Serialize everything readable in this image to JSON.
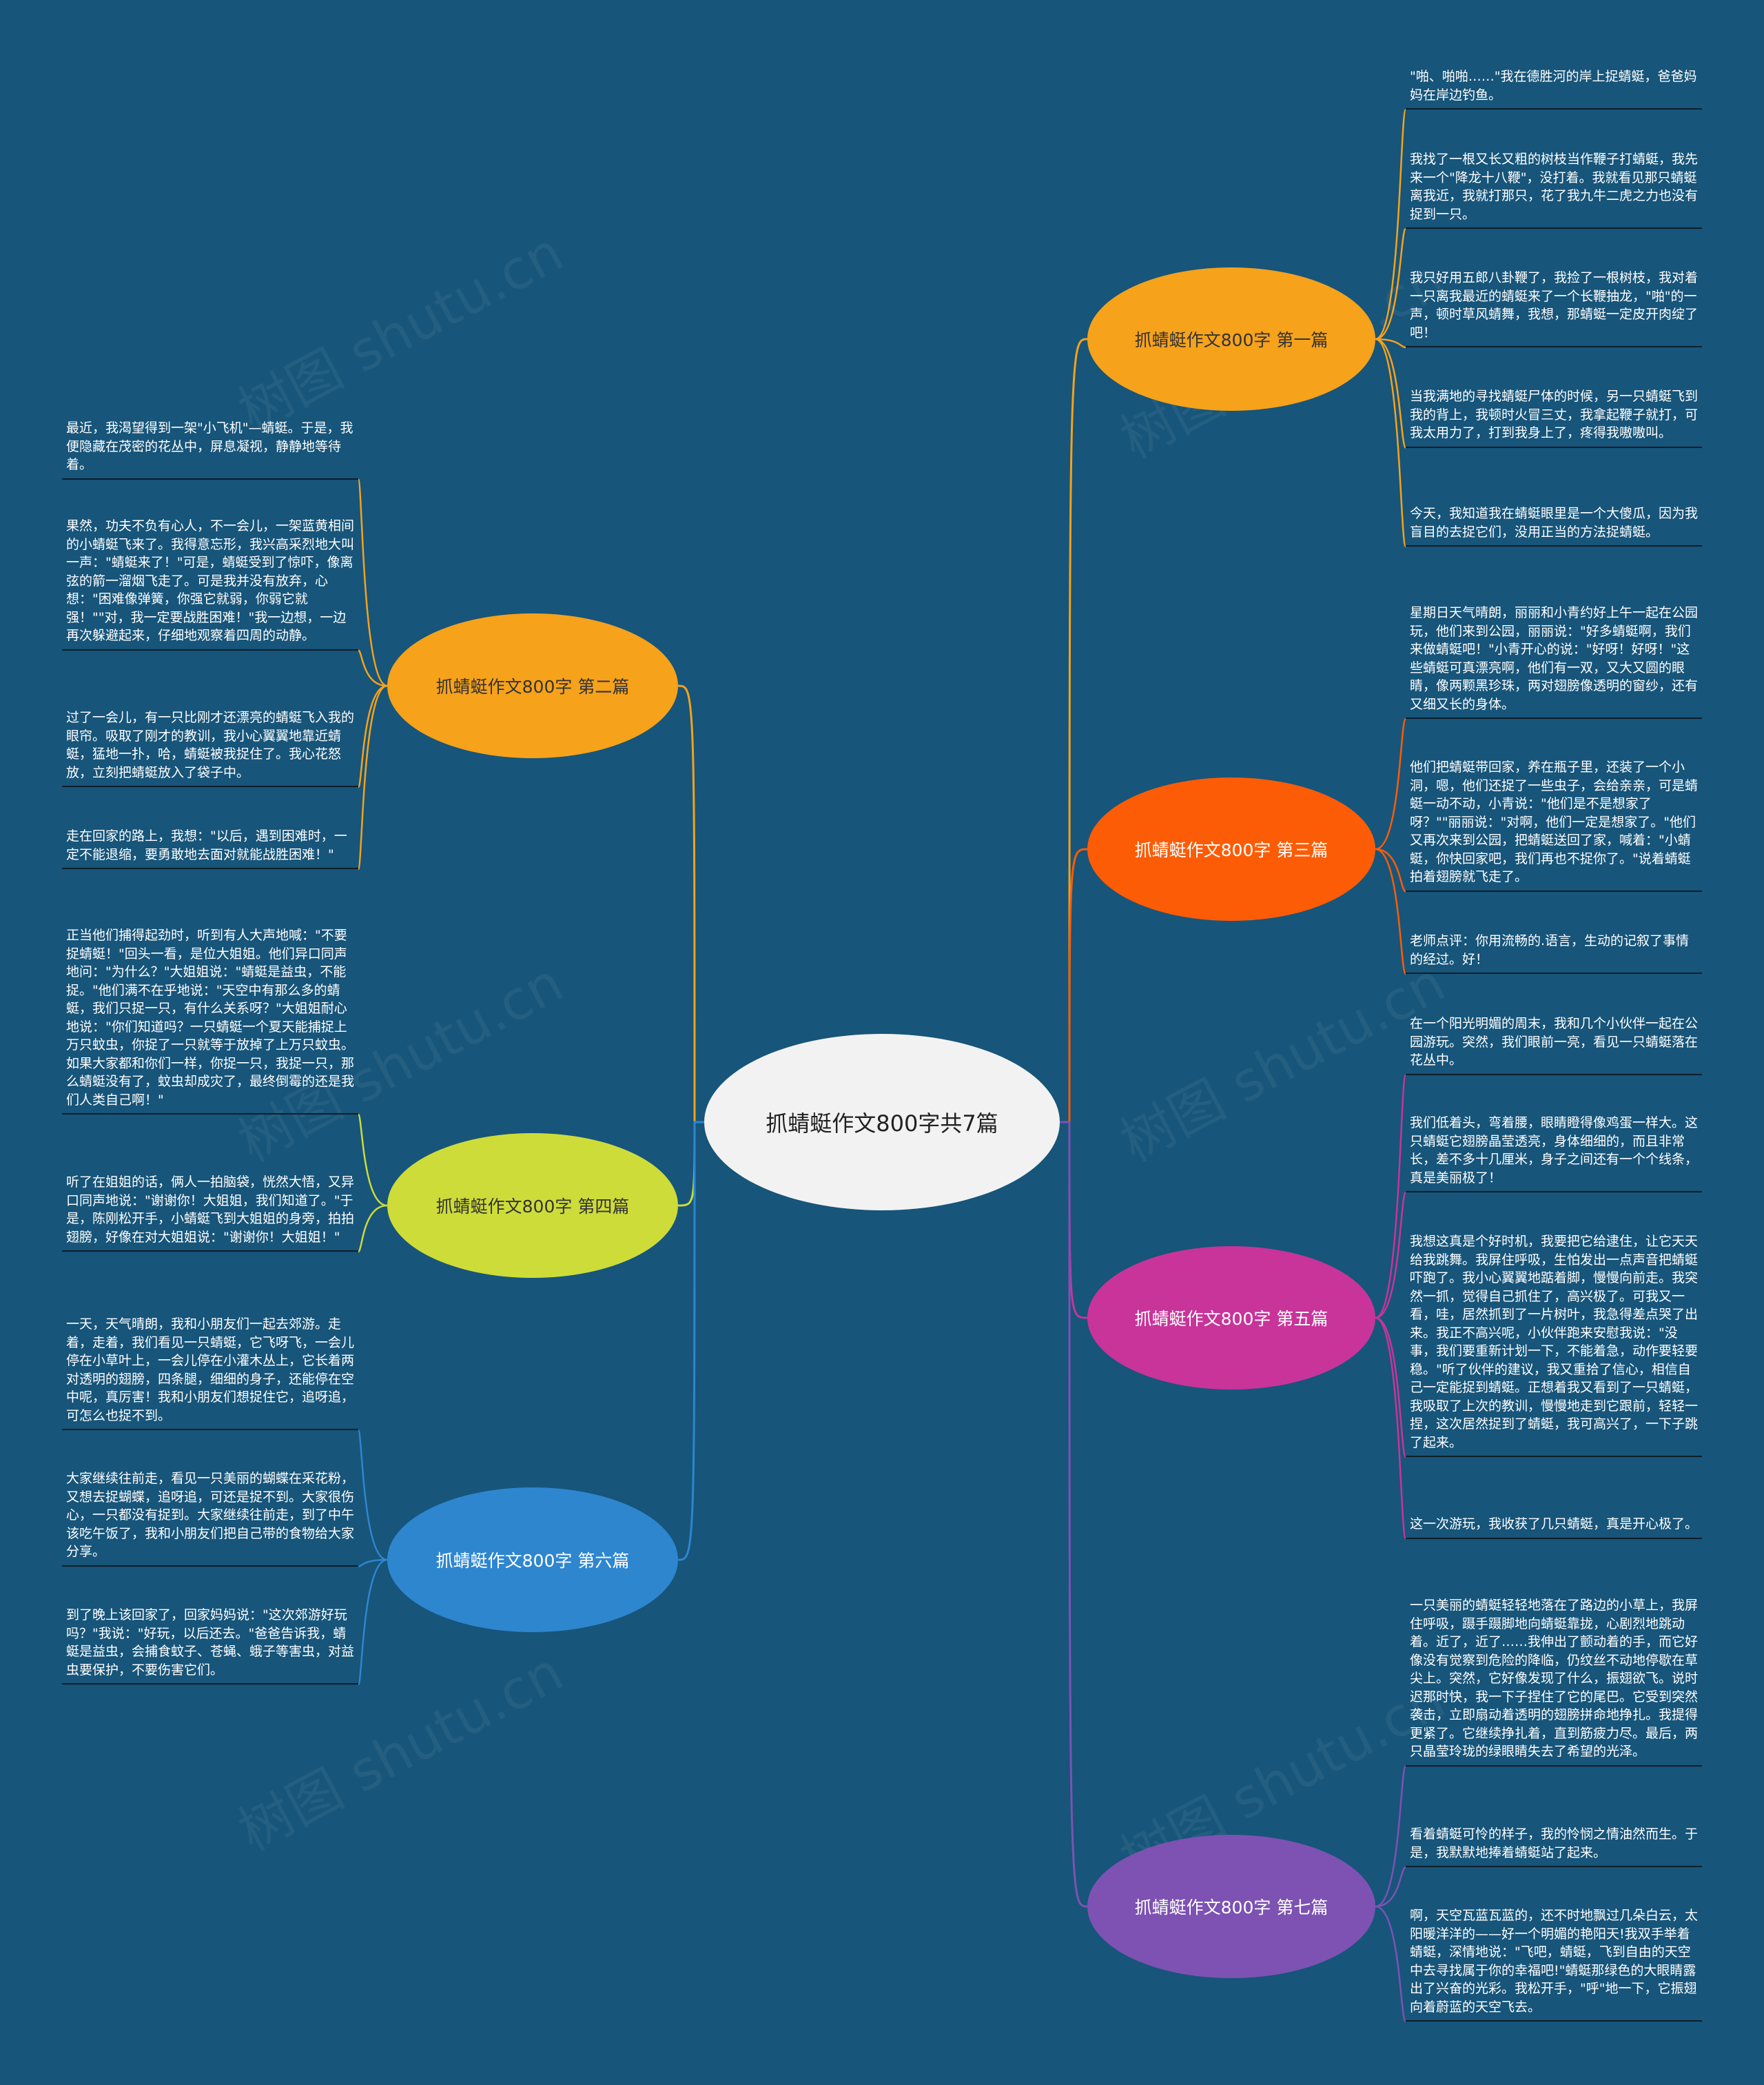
{
  "center": {
    "title": "抓蜻蜓作文800字共7篇"
  },
  "watermark": "树图 shutu.cn",
  "branches": [
    {
      "label": "抓蜻蜓作文800字 第一篇",
      "color": "#f6a21b",
      "text_color": "#333333",
      "leaves": [
        "\"啪、啪啪……\"我在德胜河的岸上捉蜻蜓，爸爸妈妈在岸边钓鱼。",
        "我找了一根又长又粗的树枝当作鞭子打蜻蜓，我先来一个\"降龙十八鞭\"，没打着。我就看见那只蜻蜓离我近，我就打那只，花了我九牛二虎之力也没有捉到一只。",
        "我只好用五郎八卦鞭了，我捡了一根树枝，我对着一只离我最近的蜻蜓来了一个长鞭抽龙，\"啪\"的一声，顿时草风蜻舞，我想，那蜻蜓一定皮开肉绽了吧！",
        "当我满地的寻找蜻蜓尸体的时候，另一只蜻蜓飞到我的背上，我顿时火冒三丈，我拿起鞭子就打，可我太用力了，打到我身上了，疼得我嗷嗷叫。",
        "今天，我知道我在蜻蜓眼里是一个大傻瓜，因为我盲目的去捉它们，没用正当的方法捉蜻蜓。"
      ]
    },
    {
      "label": "抓蜻蜓作文800字 第二篇",
      "color": "#f6a21b",
      "text_color": "#333333",
      "leaves": [
        "最近，我渴望得到一架\"小飞机\"—蜻蜓。于是，我便隐藏在茂密的花丛中，屏息凝视，静静地等待着。",
        "果然，功夫不负有心人，不一会儿，一架蓝黄相间的小蜻蜓飞来了。我得意忘形，我兴高采烈地大叫一声：\"蜻蜓来了！\"可是，蜻蜓受到了惊吓，像离弦的箭一溜烟飞走了。可是我并没有放弃，心想：\"困难像弹簧，你强它就弱，你弱它就强！\"\"对，我一定要战胜困难！\"我一边想，一边再次躲避起来，仔细地观察着四周的动静。",
        "过了一会儿，有一只比刚才还漂亮的蜻蜓飞入我的眼帘。吸取了刚才的教训，我小心翼翼地靠近蜻蜓，猛地一扑，哈，蜻蜓被我捉住了。我心花怒放，立刻把蜻蜓放入了袋子中。",
        "走在回家的路上，我想：\"以后，遇到困难时，一定不能退缩，要勇敢地去面对就能战胜困难！\""
      ]
    },
    {
      "label": "抓蜻蜓作文800字 第三篇",
      "color": "#fc5c06",
      "text_color": "#ffffff",
      "leaves": [
        "星期日天气晴朗，丽丽和小青约好上午一起在公园玩，他们来到公园，丽丽说：\"好多蜻蜓啊，我们来做蜻蜓吧！\"小青开心的说：\"好呀！好呀！\"这些蜻蜓可真漂亮啊，他们有一双，又大又圆的眼睛，像两颗黑珍珠，两对翅膀像透明的窗纱，还有又细又长的身体。",
        "他们把蜻蜓带回家，养在瓶子里，还装了一个小洞，嗯，他们还捉了一些虫子，会给亲亲，可是蜻蜓一动不动，小青说：\"他们是不是想家了呀？\"\"丽丽说：\"对啊，他们一定是想家了。\"他们又再次来到公园，把蜻蜓送回了家，喊着：\"小蜻蜓，你快回家吧，我们再也不捉你了。\"说着蜻蜓拍着翅膀就飞走了。",
        "老师点评：你用流畅的.语言，生动的记叙了事情的经过。好！"
      ]
    },
    {
      "label": "抓蜻蜓作文800字 第四篇",
      "color": "#cddc39",
      "text_color": "#333333",
      "leaves": [
        "正当他们捕得起劲时，听到有人大声地喊：\"不要捉蜻蜓！\"回头一看，是位大姐姐。他们异口同声地问：\"为什么？\"大姐姐说：\"蜻蜓是益虫，不能捉。\"他们满不在乎地说：\"天空中有那么多的蜻蜓，我们只捉一只，有什么关系呀？\"大姐姐耐心地说：\"你们知道吗？一只蜻蜓一个夏天能捕捉上万只蚊虫，你捉了一只就等于放掉了上万只蚊虫。如果大家都和你们一样，你捉一只，我捉一只，那么蜻蜓没有了，蚊虫却成灾了，最终倒霉的还是我们人类自己啊！\"",
        "听了在姐姐的话，俩人一拍脑袋，恍然大悟，又异口同声地说：\"谢谢你！大姐姐，我们知道了。\"于是，陈刚松开手，小蜻蜓飞到大姐姐的身旁，拍拍翅膀，好像在对大姐姐说：\"谢谢你！大姐姐！\""
      ]
    },
    {
      "label": "抓蜻蜓作文800字 第五篇",
      "color": "#c8349a",
      "text_color": "#ffffff",
      "leaves": [
        "在一个阳光明媚的周末，我和几个小伙伴一起在公园游玩。突然，我们眼前一亮，看见一只蜻蜓落在花丛中。",
        "我们低着头，弯着腰，眼睛瞪得像鸡蛋一样大。这只蜻蜓它翅膀晶莹透亮，身体细细的，而且非常长，差不多十几厘米，身子之间还有一个个线条，真是美丽极了！",
        "我想这真是个好时机，我要把它给逮住，让它天天给我跳舞。我屏住呼吸，生怕发出一点声音把蜻蜓吓跑了。我小心翼翼地踮着脚，慢慢向前走。我突然一抓，觉得自己抓住了，高兴极了。可我又一看，哇，居然抓到了一片树叶，我急得差点哭了出来。我正不高兴呢，小伙伴跑来安慰我说：\"没事，我们要重新计划一下，不能着急，动作要轻要稳。\"听了伙伴的建议，我又重拾了信心，相信自己一定能捉到蜻蜓。正想着我又看到了一只蜻蜓，我吸取了上次的教训，慢慢地走到它跟前，轻轻一捏，这次居然捉到了蜻蜓，我可高兴了，一下子跳了起来。",
        "这一次游玩，我收获了几只蜻蜓，真是开心极了。"
      ]
    },
    {
      "label": "抓蜻蜓作文800字 第六篇",
      "color": "#2e86cf",
      "text_color": "#ffffff",
      "leaves": [
        "一天，天气晴朗，我和小朋友们一起去郊游。走着，走着，我们看见一只蜻蜓，它飞呀飞，一会儿停在小草叶上，一会儿停在小灌木丛上，它长着两对透明的翅膀，四条腿，细细的身子，还能停在空中呢，真厉害！我和小朋友们想捉住它，追呀追，可怎么也捉不到。",
        "大家继续往前走，看见一只美丽的蝴蝶在采花粉，又想去捉蝴蝶，追呀追，可还是捉不到。大家很伤心，一只都没有捉到。大家继续往前走，到了中午该吃午饭了，我和小朋友们把自己带的食物给大家分享。",
        "到了晚上该回家了，回家妈妈说：\"这次郊游好玩吗？\"我说：\"好玩，以后还去。\"爸爸告诉我，蜻蜓是益虫，会捕食蚊子、苍蝇、蛾子等害虫，对益虫要保护，不要伤害它们。"
      ]
    },
    {
      "label": "抓蜻蜓作文800字 第七篇",
      "color": "#7d52b2",
      "text_color": "#ffffff",
      "leaves": [
        "一只美丽的蜻蜓轻轻地落在了路边的小草上，我屏住呼吸，蹑手蹑脚地向蜻蜓靠拢，心剧烈地跳动着。近了，近了……我伸出了颤动着的手，而它好像没有觉察到危险的降临，仍纹丝不动地停歇在草尖上。突然，它好像发现了什么，振翅欲飞。说时迟那时快，我一下子捏住了它的尾巴。它受到突然袭击，立即扇动着透明的翅膀拼命地挣扎。我提得更紧了。它继续挣扎着，直到筋疲力尽。最后，两只晶莹玲珑的绿眼睛失去了希望的光泽。",
        "看着蜻蜓可怜的样子，我的怜悯之情油然而生。于是，我默默地捧着蜻蜓站了起来。",
        "啊，天空瓦蓝瓦蓝的，还不时地飘过几朵白云，太阳暖洋洋的——好一个明媚的艳阳天!我双手举着蜻蜓，深情地说：\"飞吧，蜻蜓，飞到自由的天空中去寻找属于你的幸福吧!\"蜻蜓那绿色的大眼睛露出了兴奋的光彩。我松开手，\"呼\"地一下，它振翅向着蔚蓝的天空飞去。"
      ]
    }
  ]
}
